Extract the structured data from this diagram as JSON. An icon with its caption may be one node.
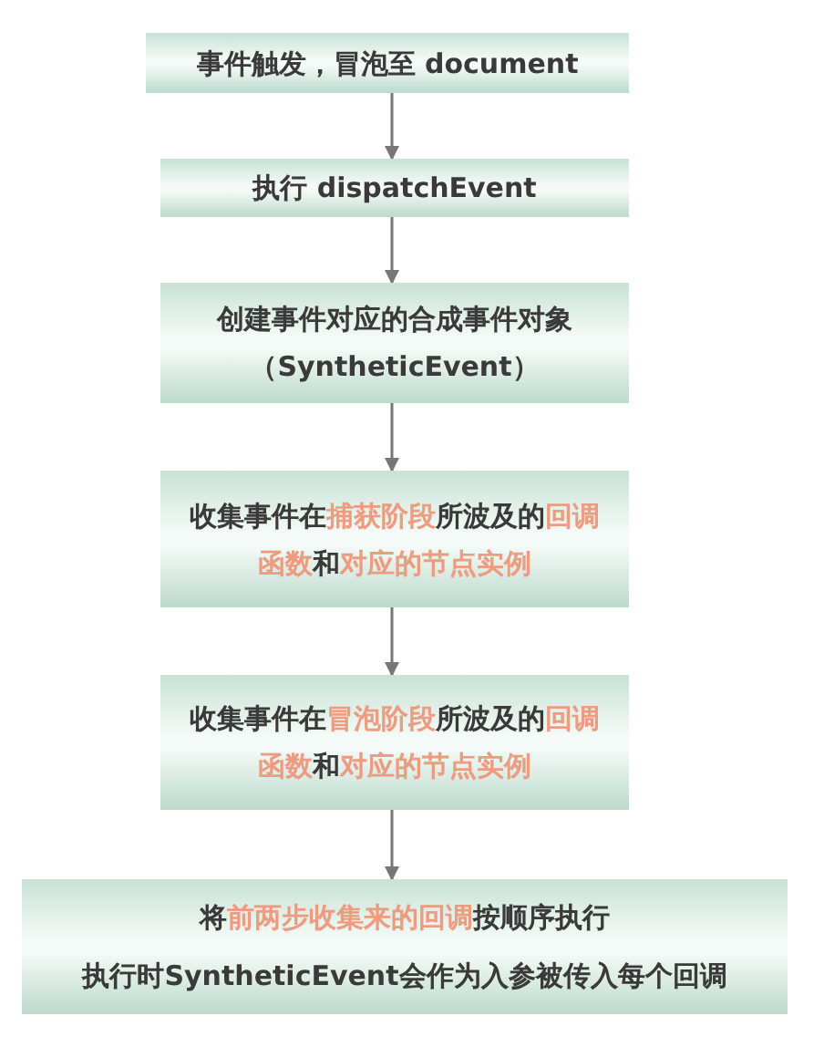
{
  "diagram": {
    "nodes": [
      {
        "text": [
          "事件触发，冒泡至 document"
        ]
      },
      {
        "text": [
          "执行 dispatchEvent"
        ]
      },
      {
        "text": [
          "创建事件对应的合成事件对象（SyntheticEvent）"
        ]
      },
      {
        "text": [
          "收集事件在**捕获阶段**所波及的**回调函数**和**对应的节点实例**"
        ]
      },
      {
        "text": [
          "收集事件在**冒泡阶段**所波及的**回调函数**和**对应的节点实例**"
        ]
      },
      {
        "text": [
          "将**前两步收集来的回调**按顺序执行",
          "执行时SyntheticEvent会作为入参被传入每个回调"
        ]
      }
    ],
    "edges": [
      {
        "from": 0,
        "to": 1,
        "arrow": "to"
      },
      {
        "from": 1,
        "to": 2,
        "arrow": "to"
      },
      {
        "from": 2,
        "to": 3,
        "arrow": "to"
      },
      {
        "from": 3,
        "to": 4,
        "arrow": "to"
      },
      {
        "from": 4,
        "to": 5,
        "arrow": "to"
      }
    ]
  }
}
